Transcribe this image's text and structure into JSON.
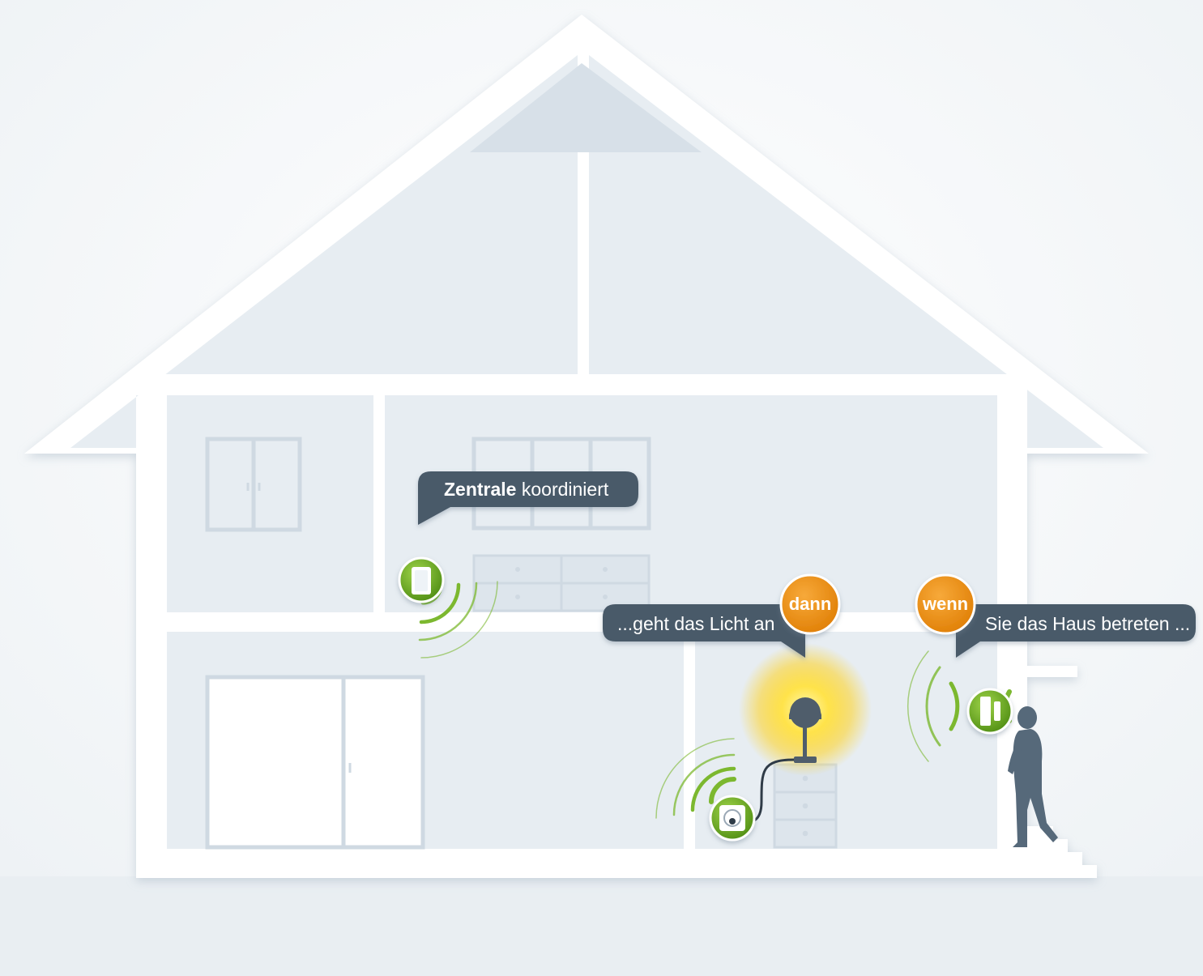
{
  "bubbles": {
    "central": {
      "bold": "Zentrale",
      "rest": " koordiniert"
    },
    "light": {
      "text": "...geht das Licht an",
      "badge": "dann"
    },
    "enter": {
      "text": "Sie das Haus betreten ...",
      "badge": "wenn"
    }
  },
  "colors": {
    "wall": "#ffffff",
    "room": "#e7edf2",
    "bubble": "#4a5a69",
    "badge": "#e88a0c",
    "device_ring": "#6aaa1e",
    "signal": "#7cb82f",
    "person": "#56697a",
    "lamp_glow": "#ffd21f"
  },
  "icons": {
    "central_device": "smart-home-hub-icon",
    "door_sensor": "door-contact-sensor-icon",
    "smart_plug": "smart-plug-icon",
    "lamp": "table-lamp-icon",
    "person": "walking-person-icon"
  }
}
